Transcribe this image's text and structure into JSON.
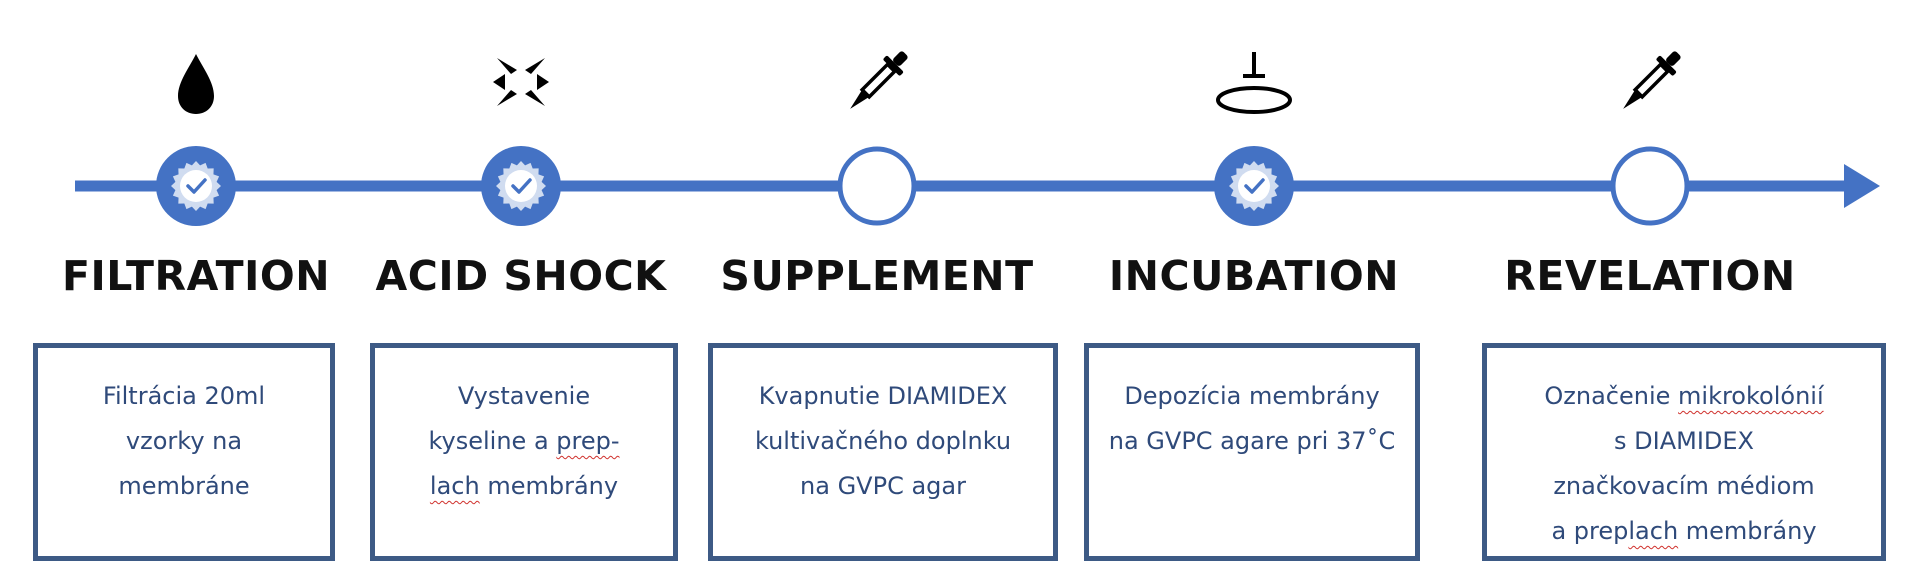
{
  "colors": {
    "accent": "#4472c4",
    "node_fill": "#ffffff",
    "badge_fill": "#d0dcf0",
    "box_border": "#3d5a85",
    "box_text": "#2f4a7a",
    "title_text": "#111111",
    "spellcheck": "#d0312d"
  },
  "steps": [
    {
      "title": "FILTRATION",
      "icon": "drop-icon",
      "completed": true,
      "description_lines": [
        "Filtrácia 20ml",
        "vzorky na",
        "membráne"
      ]
    },
    {
      "title": "ACID SHOCK",
      "icon": "shock-burst-icon",
      "completed": true,
      "description_lines": [
        "Vystavenie",
        "kyseline a prep-",
        "lach membrány"
      ]
    },
    {
      "title": "SUPPLEMENT",
      "icon": "dropper-icon",
      "completed": false,
      "description_lines": [
        "Kvapnutie DIAMIDEX",
        "kultivačného doplnku",
        "na GVPC agar"
      ]
    },
    {
      "title": "INCUBATION",
      "icon": "deposit-plate-icon",
      "completed": true,
      "description_lines": [
        "Depozícia membrány",
        "na GVPC agare pri 37˚C"
      ]
    },
    {
      "title": "REVELATION",
      "icon": "dropper-icon",
      "completed": false,
      "description_lines": [
        "Označenie mikrokolónií",
        "s DIAMIDEX",
        "značkovacím médiom",
        "a preplach membrány"
      ]
    }
  ]
}
